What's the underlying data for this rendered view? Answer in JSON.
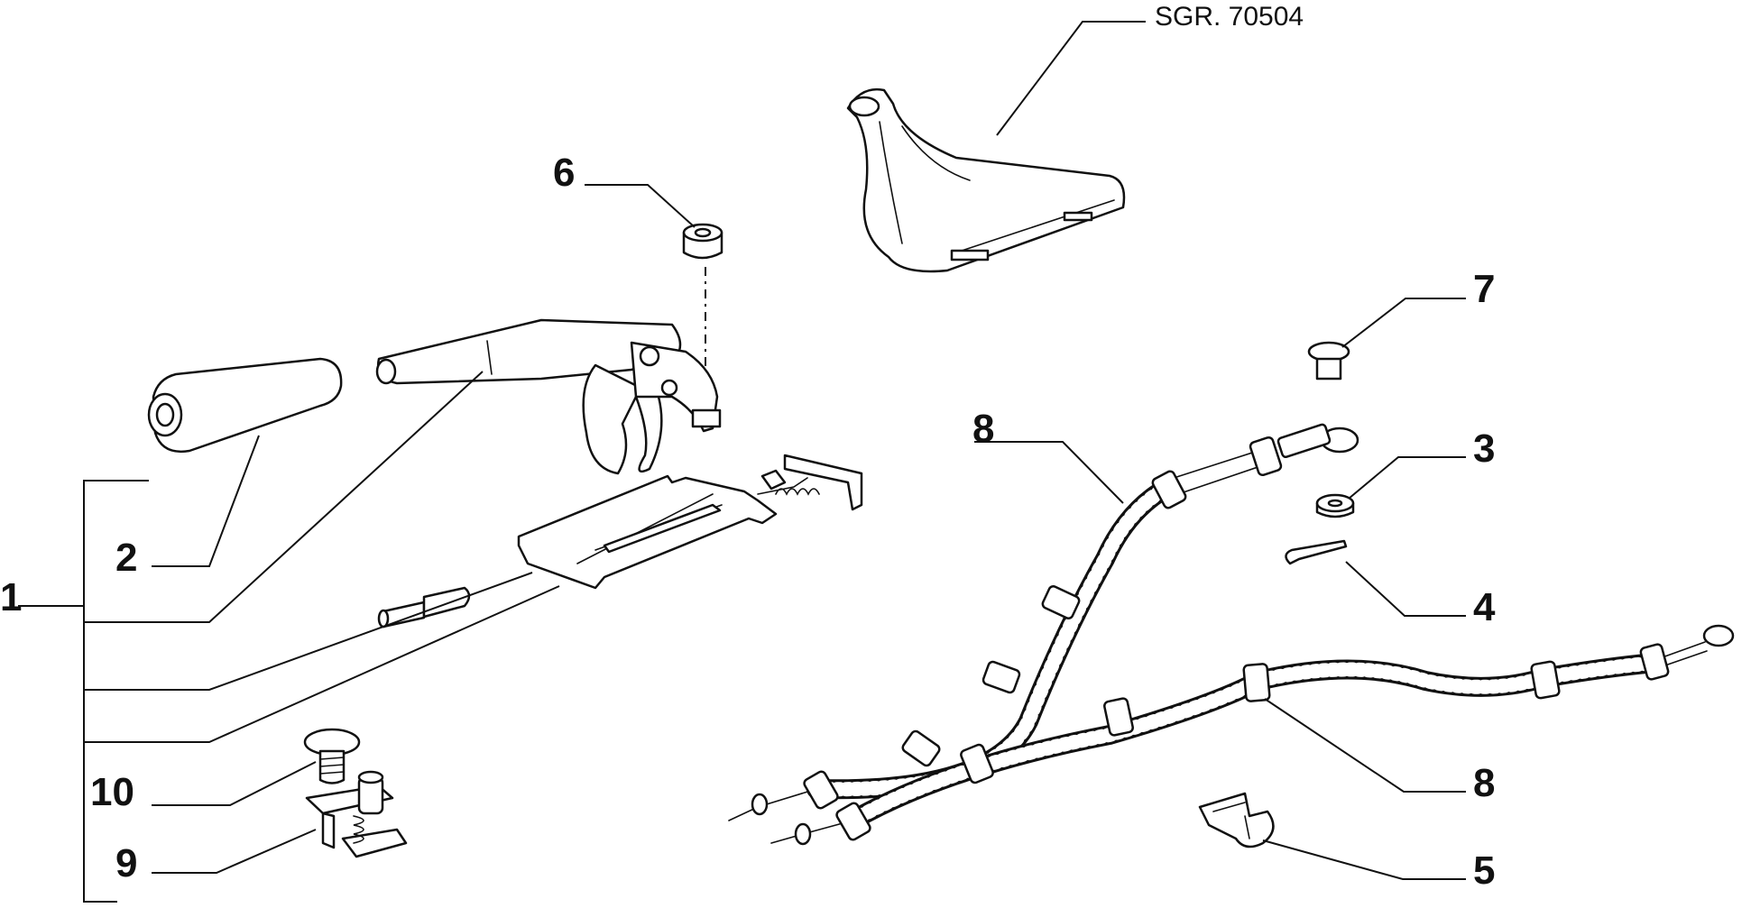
{
  "drawing_code": "SGR. 70504",
  "callouts": [
    {
      "id": "1",
      "label": "1"
    },
    {
      "id": "2",
      "label": "2"
    },
    {
      "id": "3",
      "label": "3"
    },
    {
      "id": "4",
      "label": "4"
    },
    {
      "id": "5",
      "label": "5"
    },
    {
      "id": "6",
      "label": "6"
    },
    {
      "id": "7",
      "label": "7"
    },
    {
      "id": "8a",
      "label": "8"
    },
    {
      "id": "8b",
      "label": "8"
    },
    {
      "id": "9",
      "label": "9"
    },
    {
      "id": "10",
      "label": "10"
    }
  ]
}
